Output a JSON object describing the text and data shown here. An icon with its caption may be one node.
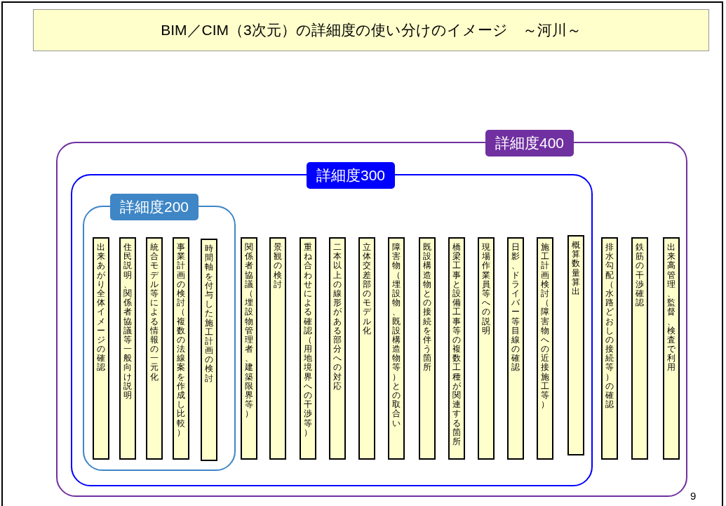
{
  "diagram": {
    "title": "BIM／CIM（3次元）の詳細度の使い分けのイメージ　～河川～",
    "nodes": [
      {
        "text": [
          "詳細度400"
        ]
      },
      {
        "text": [
          "詳細度300"
        ],
        "in": 0
      },
      {
        "text": [
          "詳細度200"
        ],
        "in": 1
      },
      {
        "text": [
          "出来あがり全体イメージの確認"
        ],
        "in": 2
      },
      {
        "text": [
          "住民説明、関係者協議等一般向け説明"
        ],
        "in": 2
      },
      {
        "text": [
          "統合モデル等による情報の一元化"
        ],
        "in": 2
      },
      {
        "text": [
          "事業計画の検討（複数の法線案を作成し比較）"
        ],
        "in": 2
      },
      {
        "text": [
          "時間軸を付与した施工計画の検討"
        ],
        "in": 2
      },
      {
        "text": [
          "関係者協議（埋設物管理者、建築限界等）"
        ],
        "in": 1
      },
      {
        "text": [
          "景観の検討"
        ],
        "in": 1
      },
      {
        "text": [
          "重ね合わせによる確認（用地境界への干渉等）"
        ],
        "in": 1
      },
      {
        "text": [
          "二本以上の線形がある部分への対応"
        ],
        "in": 1
      },
      {
        "text": [
          "立体交差部のモデル化"
        ],
        "in": 1
      },
      {
        "text": [
          "障害物（埋設物、既設構造物等）との取合い"
        ],
        "in": 1
      },
      {
        "text": [
          "既設構造物との接続を伴う箇所"
        ],
        "in": 1
      },
      {
        "text": [
          "橋梁工事と設備工事等の複数工種が関連する箇所"
        ],
        "in": 1
      },
      {
        "text": [
          "現場作業員等への説明"
        ],
        "in": 1
      },
      {
        "text": [
          "日影、ドライバー等目線の確認"
        ],
        "in": 1
      },
      {
        "text": [
          "施工計画検討（障害物への近接施工等）"
        ],
        "in": 1
      },
      {
        "text": [
          "概算数量算出"
        ],
        "in": 1
      },
      {
        "text": [
          "排水勾配（水路どおしの接続等）の確認"
        ],
        "in": 0
      },
      {
        "text": [
          "鉄筋の干渉確認"
        ],
        "in": 0
      },
      {
        "text": [
          "出来高管理、監督、検査で利用"
        ],
        "in": 0
      }
    ],
    "labels": [
      "9"
    ]
  }
}
